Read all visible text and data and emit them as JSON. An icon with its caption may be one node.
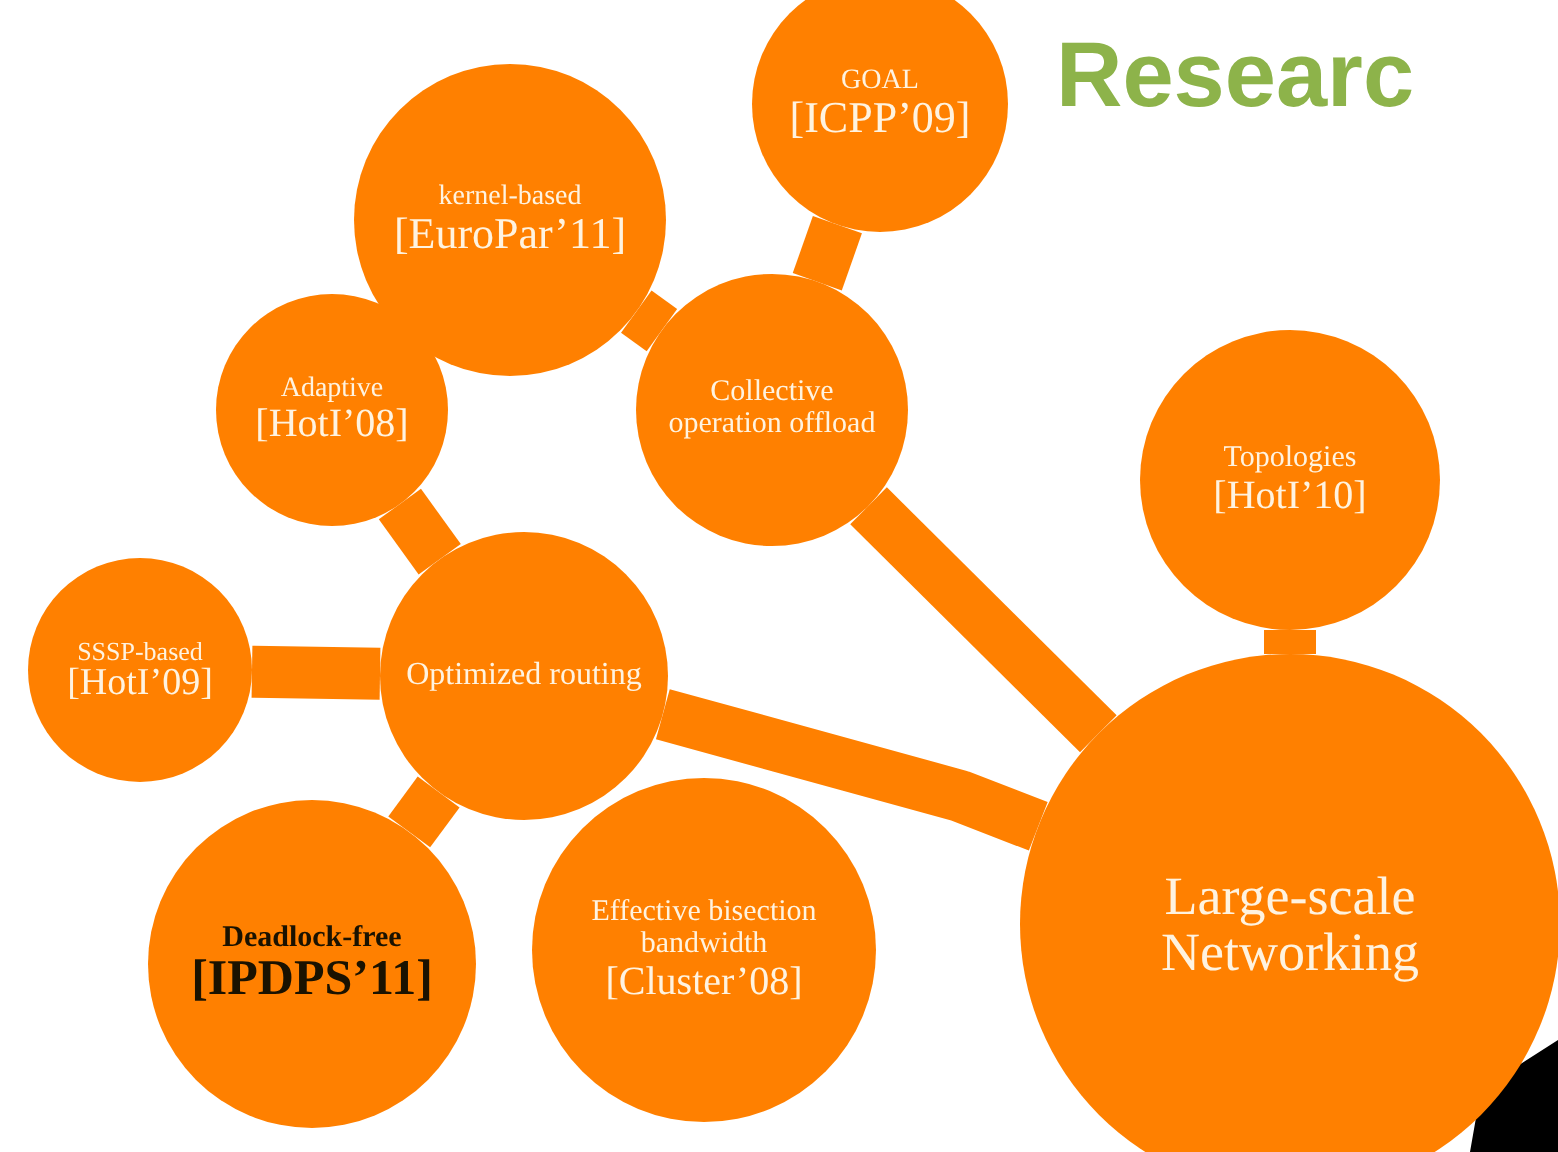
{
  "diagram": {
    "title": "Researc",
    "nodes": [
      {
        "text": [
          "GOAL",
          "[ICPP’09]"
        ]
      },
      {
        "text": [
          "kernel-based",
          "[EuroPar’11]"
        ]
      },
      {
        "text": [
          "Collective operation offload"
        ]
      },
      {
        "text": [
          "Adaptive",
          "[HotI’08]"
        ]
      },
      {
        "text": [
          "Topologies",
          "[HotI’10]"
        ]
      },
      {
        "text": [
          "SSSP-based",
          "[HotI’09]"
        ]
      },
      {
        "text": [
          "Optimized routing"
        ]
      },
      {
        "text": [
          "Deadlock-free",
          "[IPDPS’11]"
        ]
      },
      {
        "text": [
          "Effective bisection bandwidth",
          "[Cluster’08]"
        ]
      },
      {
        "text": [
          "Large-scale Networking"
        ]
      }
    ],
    "edges": [
      {
        "from": 0,
        "to": 2,
        "arrow": "none"
      },
      {
        "from": 1,
        "to": 2,
        "arrow": "none"
      },
      {
        "from": 2,
        "to": 9,
        "arrow": "none"
      },
      {
        "from": 3,
        "to": 6,
        "arrow": "none"
      },
      {
        "from": 5,
        "to": 6,
        "arrow": "none"
      },
      {
        "from": 6,
        "to": 7,
        "arrow": "none"
      },
      {
        "from": 6,
        "to": 9,
        "arrow": "none"
      },
      {
        "from": 4,
        "to": 9,
        "arrow": "none"
      }
    ]
  }
}
